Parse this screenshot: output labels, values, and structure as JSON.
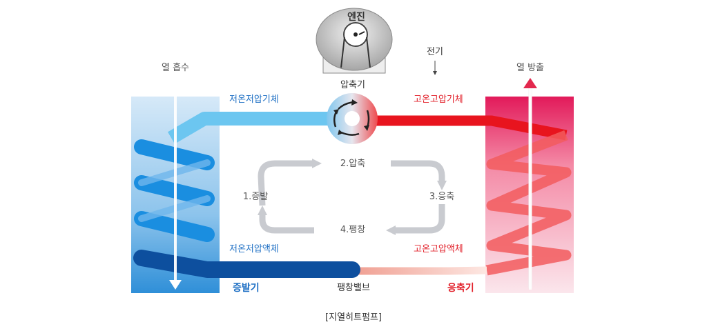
{
  "engine_label": "엔진",
  "electricity_label": "전기",
  "compressor_label": "압축기",
  "heat_absorb_label": "열 흡수",
  "heat_release_label": "열 방출",
  "low_temp_low_pressure_gas": "저온저압기체",
  "high_temp_high_pressure_gas": "고온고압기체",
  "low_temp_low_pressure_liquid": "저온저압액체",
  "high_temp_high_pressure_liquid": "고온고압액체",
  "evaporator_label": "증발기",
  "condenser_label": "응축기",
  "expansion_valve_label": "팽창밸브",
  "steps": {
    "evaporation": "1.증발",
    "compression": "2.압축",
    "condensation": "3.응축",
    "expansion": "4.팽창"
  },
  "caption": "[지열히트펌프]",
  "colors": {
    "blue_text": "#1d6fc4",
    "red_text": "#e2202a",
    "cold_pipe": "#6cc6f0",
    "cold_coil": "#1a8ee0",
    "liquid_pipe": "#0d4f9e",
    "hot_pipe": "#e8141e",
    "hot_coil": "#f2585a"
  },
  "icons": [
    "engine-icon",
    "compressor-icon",
    "cycle-arrow-icon",
    "heat-absorb-arrow-icon",
    "heat-release-arrow-icon",
    "electricity-arrow-icon"
  ]
}
